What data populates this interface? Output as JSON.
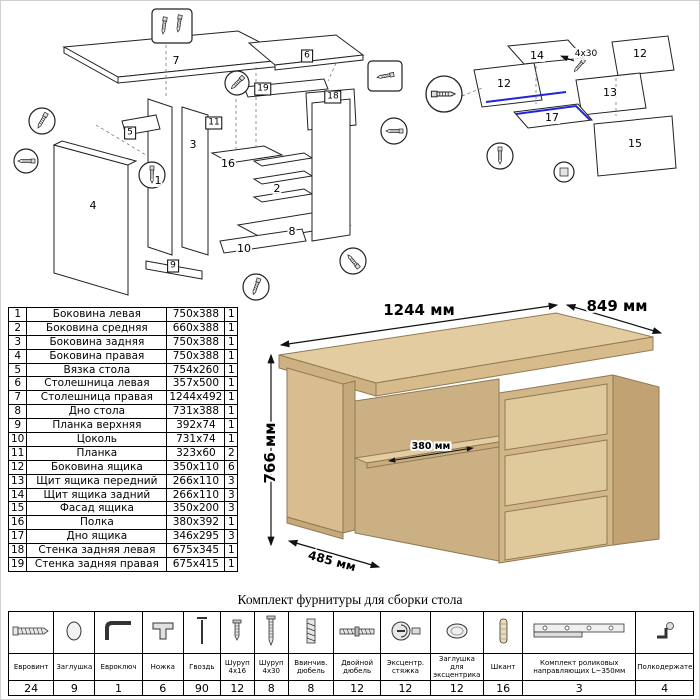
{
  "parts_table": {
    "rows": [
      {
        "num": "1",
        "name": "Боковина левая",
        "size": "750x388",
        "qty": "1"
      },
      {
        "num": "2",
        "name": "Боковина средняя",
        "size": "660x388",
        "qty": "1"
      },
      {
        "num": "3",
        "name": "Боковина задняя",
        "size": "750x388",
        "qty": "1"
      },
      {
        "num": "4",
        "name": "Боковина правая",
        "size": "750x388",
        "qty": "1"
      },
      {
        "num": "5",
        "name": "Вязка стола",
        "size": "754x260",
        "qty": "1"
      },
      {
        "num": "6",
        "name": "Столешница левая",
        "size": "357x500",
        "qty": "1"
      },
      {
        "num": "7",
        "name": "Столешница правая",
        "size": "1244x492",
        "qty": "1"
      },
      {
        "num": "8",
        "name": "Дно стола",
        "size": "731x388",
        "qty": "1"
      },
      {
        "num": "9",
        "name": "Планка верхняя",
        "size": "392x74",
        "qty": "1"
      },
      {
        "num": "10",
        "name": "Цоколь",
        "size": "731x74",
        "qty": "1"
      },
      {
        "num": "11",
        "name": "Планка",
        "size": "323x60",
        "qty": "2"
      },
      {
        "num": "12",
        "name": "Боковина ящика",
        "size": "350x110",
        "qty": "6"
      },
      {
        "num": "13",
        "name": "Щит ящика передний",
        "size": "266x110",
        "qty": "3"
      },
      {
        "num": "14",
        "name": "Щит ящика задний",
        "size": "266x110",
        "qty": "3"
      },
      {
        "num": "15",
        "name": "Фасад ящика",
        "size": "350x200",
        "qty": "3"
      },
      {
        "num": "16",
        "name": "Полка",
        "size": "380x392",
        "qty": "1"
      },
      {
        "num": "17",
        "name": "Дно ящика",
        "size": "346x295",
        "qty": "3"
      },
      {
        "num": "18",
        "name": "Стенка задняя левая",
        "size": "675x345",
        "qty": "1"
      },
      {
        "num": "19",
        "name": "Стенка задняя правая",
        "size": "675x415",
        "qty": "1"
      }
    ]
  },
  "desk": {
    "dim_width": "1244 мм",
    "dim_depth": "849 мм",
    "dim_height": "766 мм",
    "dim_shelf": "380 мм",
    "dim_left_depth": "485 мм"
  },
  "exploded_left": {
    "labels": [
      "7",
      "6",
      "19",
      "18",
      "5",
      "11",
      "3",
      "16",
      "1",
      "2",
      "8",
      "10",
      "4",
      "9"
    ]
  },
  "exploded_right": {
    "labels": [
      "14",
      "12",
      "12",
      "13",
      "17",
      "15"
    ],
    "screw_label": "4x30"
  },
  "hardware": {
    "title": "Комплект фурнитуры для сборки стола",
    "items": [
      {
        "icon": "confirmat-screw",
        "name": "Евровинт",
        "qty": "24"
      },
      {
        "icon": "plug-cap",
        "name": "Заглушка",
        "qty": "9"
      },
      {
        "icon": "hex-key",
        "name": "Евроключ",
        "qty": "1"
      },
      {
        "icon": "foot",
        "name": "Ножка",
        "qty": "6"
      },
      {
        "icon": "nail",
        "name": "Гвоздь",
        "qty": "90"
      },
      {
        "icon": "screw-small",
        "name": "Шуруп 4x16",
        "qty": "12"
      },
      {
        "icon": "screw-large",
        "name": "Шуруп 4x30",
        "qty": "8"
      },
      {
        "icon": "threaded-dowel",
        "name": "Ввинчив. дюбель",
        "qty": "8"
      },
      {
        "icon": "double-dowel",
        "name": "Двойной дюбель",
        "qty": "12"
      },
      {
        "icon": "cam-lock",
        "name": "Эксцентр. стяжка",
        "qty": "12"
      },
      {
        "icon": "cam-cover",
        "name": "Заглушка для эксцентрика",
        "qty": "12"
      },
      {
        "icon": "wood-dowel",
        "name": "Шкант",
        "qty": "16"
      },
      {
        "icon": "drawer-slides",
        "name": "Комплект роликовых направляющих L~350мм",
        "qty": "3"
      },
      {
        "icon": "shelf-pin",
        "name": "Полкодержатель",
        "qty": "4"
      }
    ]
  }
}
